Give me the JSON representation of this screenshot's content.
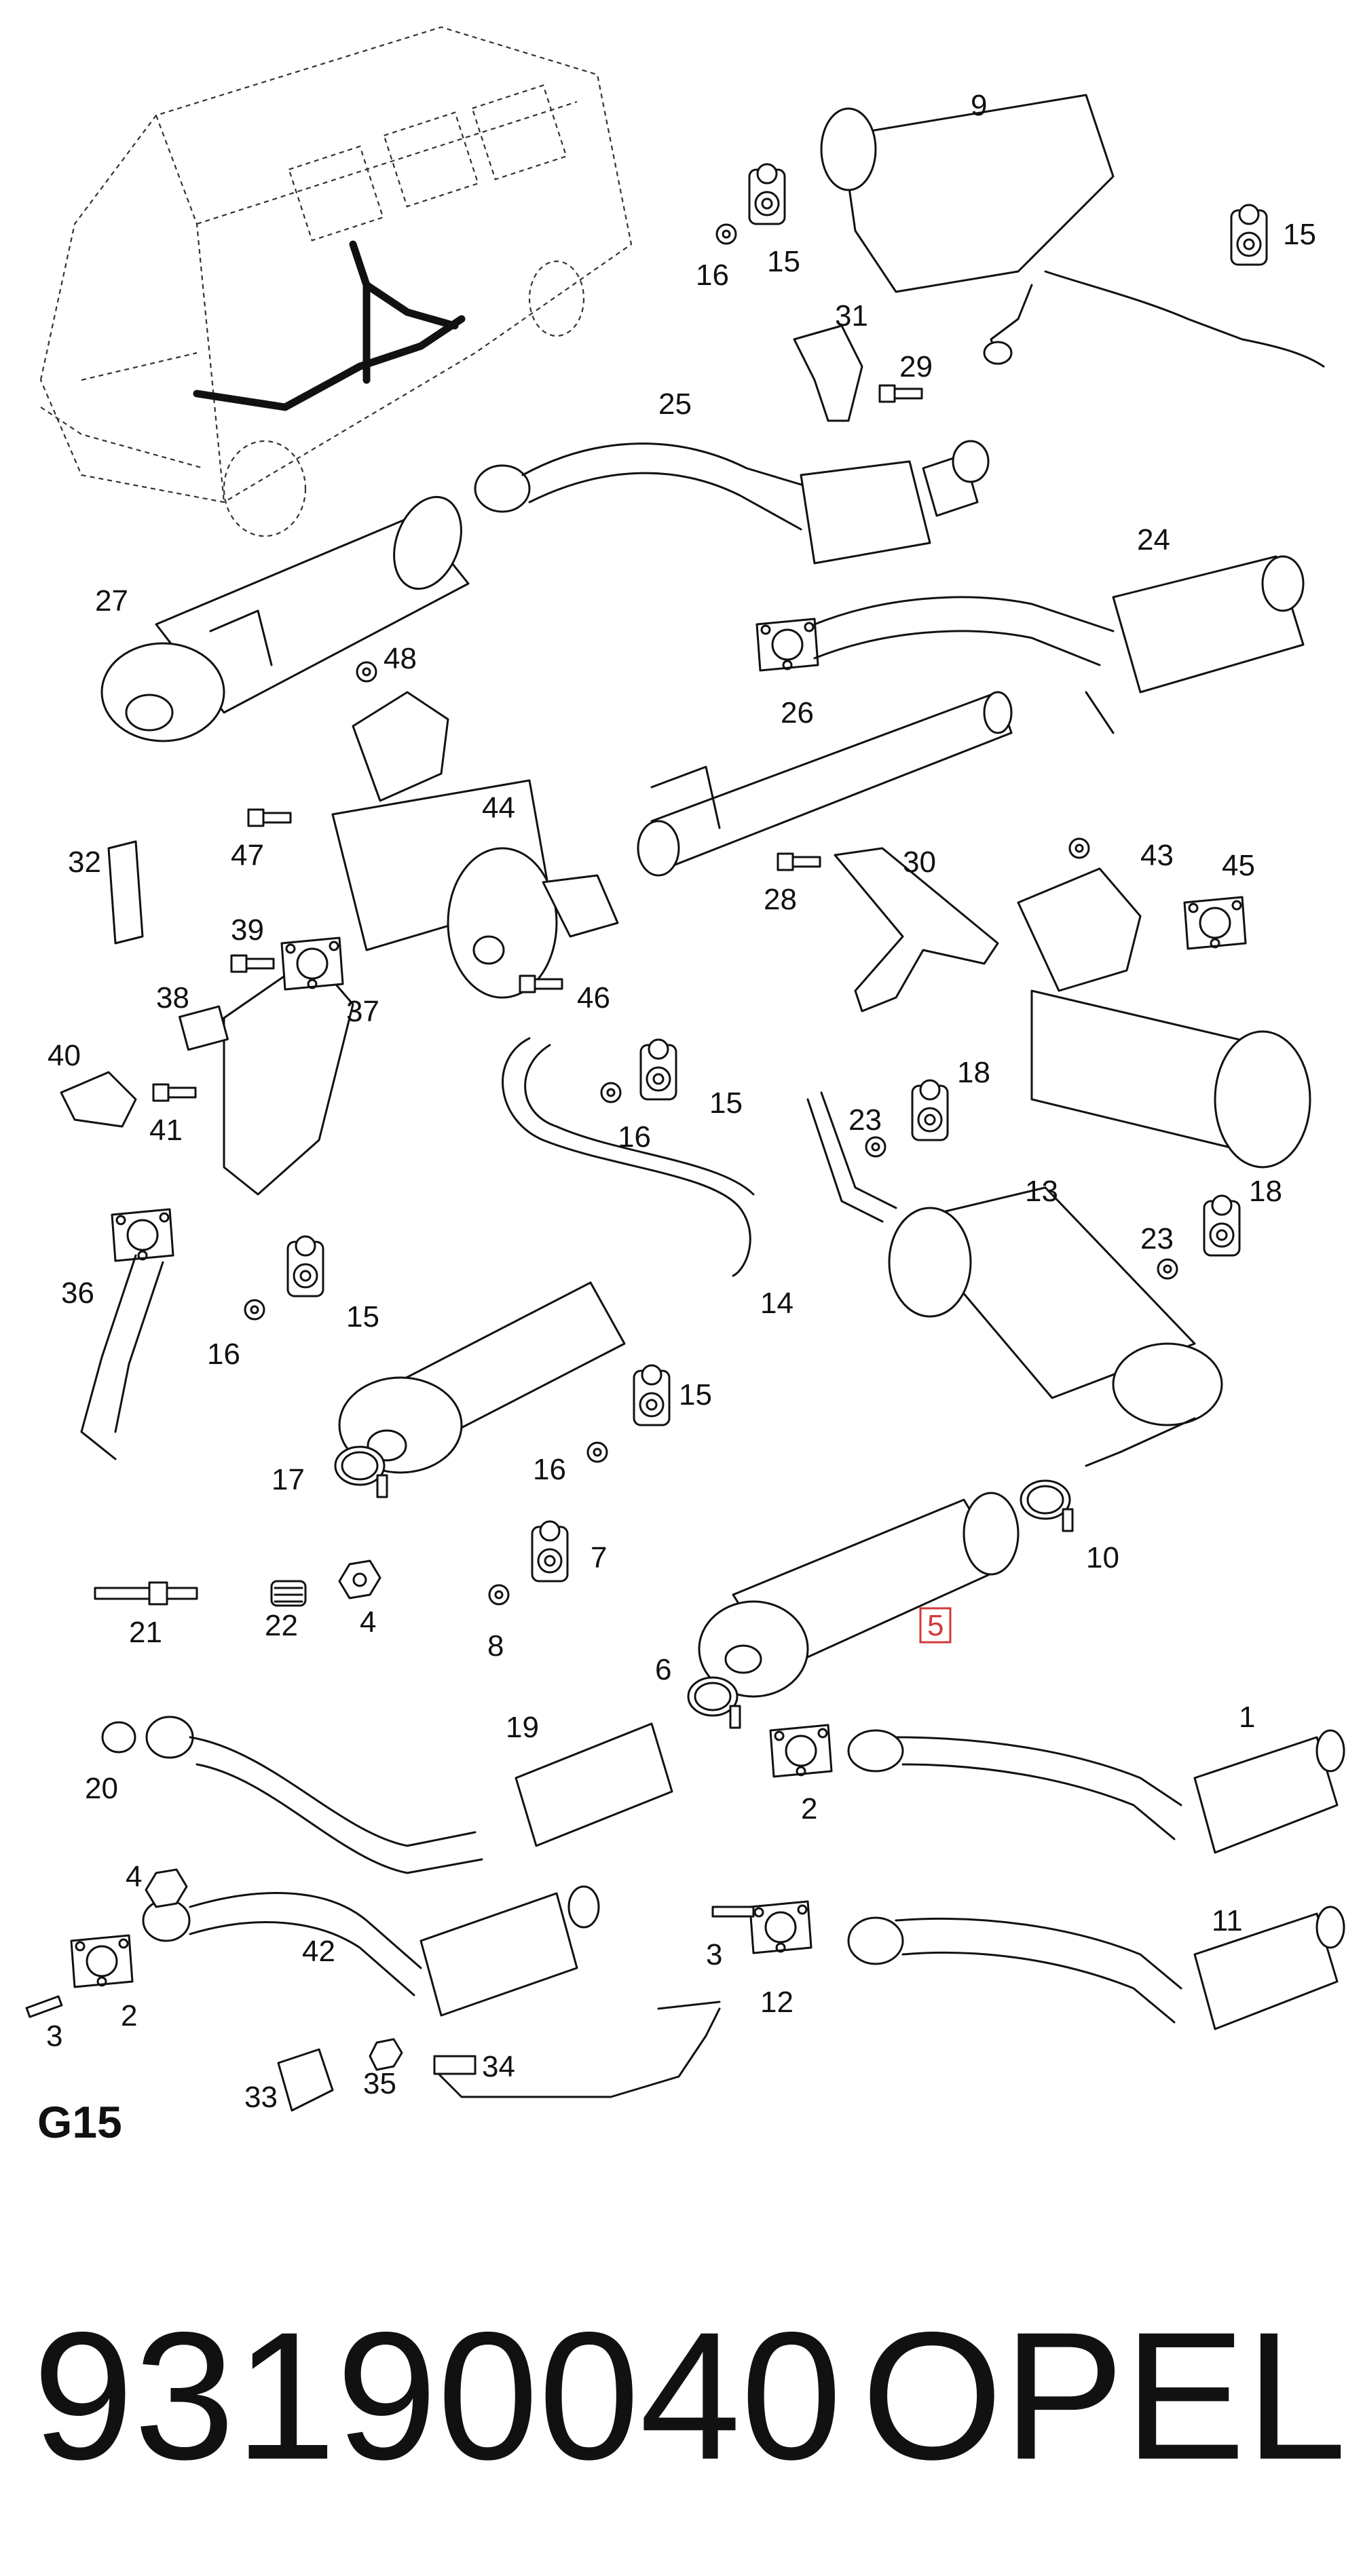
{
  "sheet_code": "G15",
  "footer": {
    "part_number": "93190040",
    "brand": "OPEL"
  },
  "highlighted_callout": "5",
  "callouts": {
    "c1": "1",
    "c2": "2",
    "c2b": "2",
    "c3": "3",
    "c3b": "3",
    "c4": "4",
    "c4b": "4",
    "c5": "5",
    "c6": "6",
    "c7": "7",
    "c8": "8",
    "c9": "9",
    "c10": "10",
    "c11": "11",
    "c12": "12",
    "c13": "13",
    "c14": "14",
    "c15a": "15",
    "c15b": "15",
    "c15c": "15",
    "c15d": "15",
    "c15e": "15",
    "c16a": "16",
    "c16b": "16",
    "c16c": "16",
    "c16d": "16",
    "c17": "17",
    "c18a": "18",
    "c18b": "18",
    "c19": "19",
    "c20": "20",
    "c21": "21",
    "c22": "22",
    "c23a": "23",
    "c23b": "23",
    "c24": "24",
    "c25": "25",
    "c26": "26",
    "c27": "27",
    "c28": "28",
    "c29": "29",
    "c30": "30",
    "c31": "31",
    "c32": "32",
    "c33": "33",
    "c34": "34",
    "c35": "35",
    "c36": "36",
    "c37": "37",
    "c38": "38",
    "c39": "39",
    "c40": "40",
    "c41": "41",
    "c42": "42",
    "c43": "43",
    "c44": "44",
    "c45": "45",
    "c46": "46",
    "c47": "47",
    "c48": "48"
  },
  "colors": {
    "ink": "#111111",
    "highlight": "#d23a3a",
    "background": "#ffffff"
  }
}
